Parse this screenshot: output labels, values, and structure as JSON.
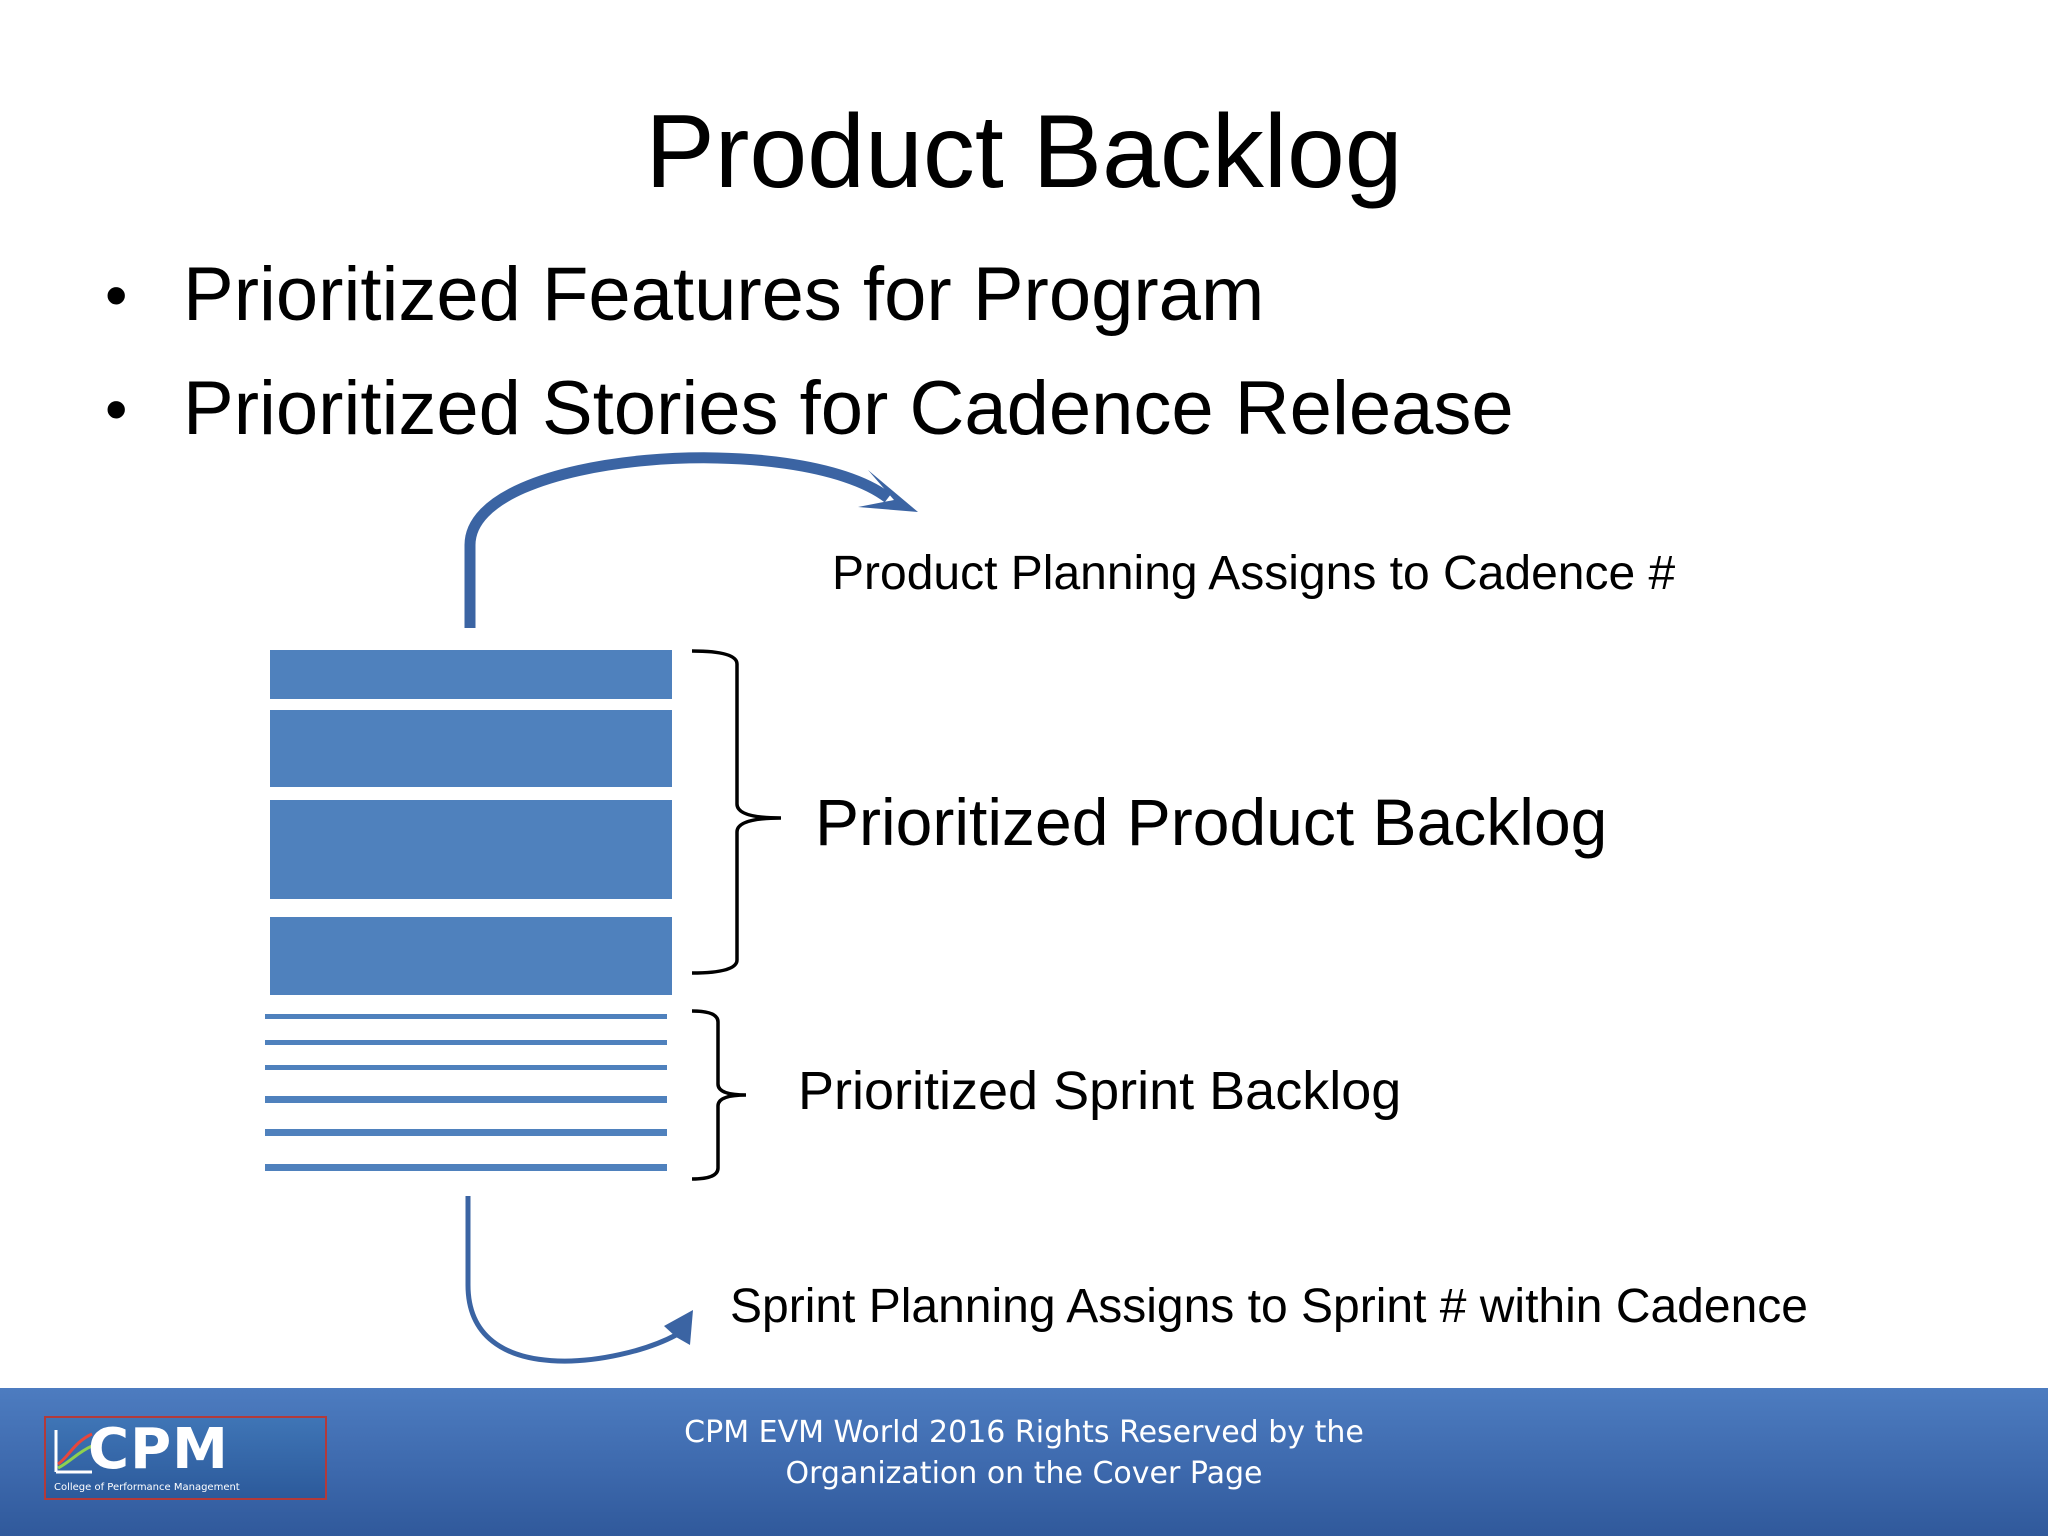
{
  "slide": {
    "title": "Product Backlog",
    "bullets": [
      {
        "text": "Prioritized Features for Program"
      },
      {
        "text": "Prioritized Stories for Cadence Release"
      }
    ],
    "bullet_symbol": "•"
  },
  "diagram": {
    "labels": {
      "cadence_assignment": "Product Planning Assigns to Cadence #",
      "product_backlog": "Prioritized Product Backlog",
      "sprint_backlog": "Prioritized Sprint Backlog",
      "sprint_assignment": "Sprint Planning Assigns to Sprint # within Cadence"
    },
    "product_backlog_item_count": 4,
    "sprint_backlog_item_count": 6,
    "colors": {
      "block_fill": "#4f81bd",
      "arrow": "#3b64a3",
      "bracket": "#000000"
    }
  },
  "footer": {
    "line1": "CPM EVM World 2016 Rights Reserved by the",
    "line2": "Organization on the Cover Page",
    "logo": {
      "letters": "CPM",
      "subtitle": "College of Performance Management"
    },
    "colors": {
      "bar_top": "#4d7cc0",
      "bar_bottom": "#30599b",
      "text": "#ffffff"
    }
  }
}
